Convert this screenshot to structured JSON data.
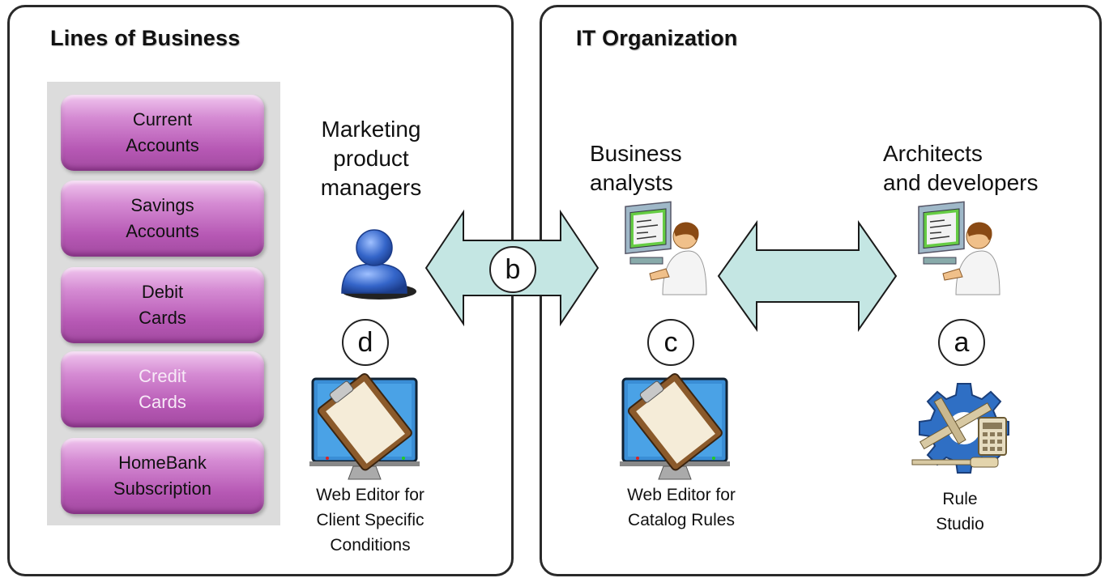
{
  "panels": {
    "lob_title": "Lines of Business",
    "it_title": "IT Organization"
  },
  "products": [
    {
      "label": "Current\nAccounts"
    },
    {
      "label": "Savings\nAccounts"
    },
    {
      "label": "Debit\nCards"
    },
    {
      "label": "Credit\nCards"
    },
    {
      "label": "HomeBank\nSubscription"
    }
  ],
  "roles": {
    "marketing": "Marketing\nproduct\nmanagers",
    "business": "Business\nanalysts",
    "architects": "Architects\nand developers"
  },
  "markers": {
    "a": "a",
    "b": "b",
    "c": "c",
    "d": "d"
  },
  "tools": {
    "web_editor_client": "Web Editor for\nClient Specific\nConditions",
    "web_editor_catalog": "Web Editor for\nCatalog Rules",
    "rule_studio": "Rule\nStudio"
  },
  "icons": {
    "user": "user-icon",
    "analyst": "analyst-at-computer-icon",
    "developer": "developer-at-computer-icon",
    "web_editor": "monitor-clipboard-icon",
    "rule_studio": "gear-tools-icon"
  },
  "colors": {
    "product_fill": "#c06bbe",
    "arrow_fill": "#c4e6e3",
    "panel_border": "#2a2a2a",
    "product_area": "#dcdcdc"
  }
}
